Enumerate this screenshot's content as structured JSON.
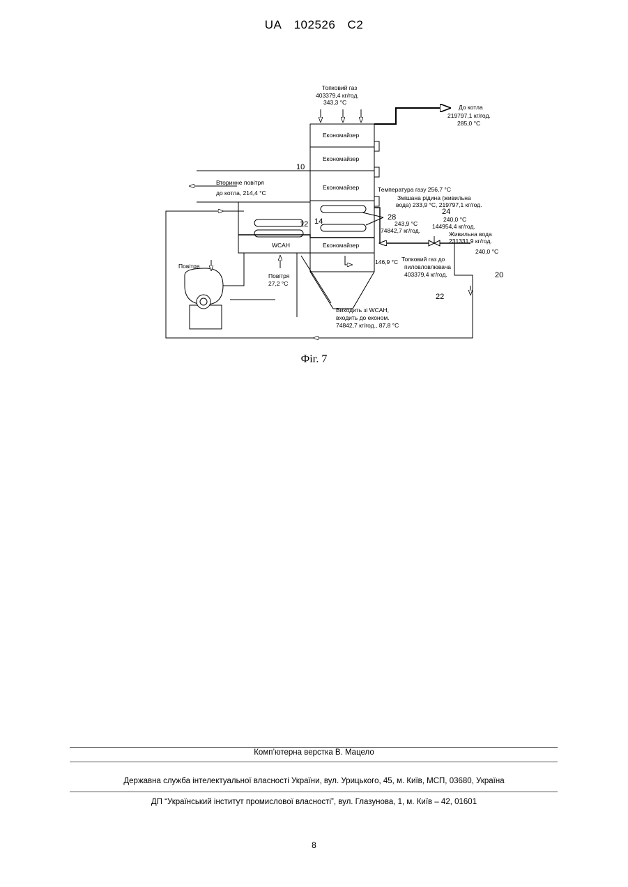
{
  "header": {
    "office": "UA",
    "number": "102526",
    "kind": "C2"
  },
  "figure": {
    "caption": "Фіг. 7",
    "labels": {
      "flue_in_1": "Топковий газ",
      "flue_in_2": "403379,4 кг/год.",
      "flue_in_3": "343,3 °С",
      "to_boiler_1": "До котла",
      "to_boiler_2": "219797,1 кг/год.",
      "to_boiler_3": "285,0 °С",
      "eco_1": "Економайзер",
      "eco_2": "Економайзер",
      "eco_3": "Економайзер",
      "eco_4": "Економайзер",
      "secondary_air_1": "Вторинне повітря",
      "secondary_air_2": "до котла, 214,4 °С",
      "gas_temp": "Температура газу 256,7 °С",
      "mixed_1": "Змішана рідина (живильна",
      "mixed_2": "вода) 233,9 °С, 219797,1 кг/год.",
      "t_243_1": "243,9 °С",
      "t_243_2": "74842,7 кг/год.",
      "fw_1": "240,0 °С",
      "fw_2": "144954,4 кг/год.",
      "fw_3": "Живильна вода",
      "fw_4": "231331,9 кг/год.",
      "fw_temp": "240,0 °С",
      "wcah": "WCAH",
      "air_1": "Повітря",
      "air_2": "Повітря",
      "air_3": "27,2 °С",
      "flue_out_t": "146,9 °С",
      "flue_out_1": "Топковий газ до",
      "flue_out_2": "пиловловлювача",
      "flue_out_3": "403379,4 кг/год.",
      "exit_1": "Виходить зі WCAH,",
      "exit_2": "входить до економ.",
      "exit_3": "74842,7 кг/год., 87,8 °С"
    },
    "refs": {
      "r10": "10",
      "r12": "12",
      "r14": "14",
      "r28": "28",
      "r24": "24",
      "r20": "20",
      "r22": "22"
    }
  },
  "footer": {
    "typeset": "Комп’ютерна верстка В. Мацело",
    "agency": "Державна служба інтелектуальної власності України, вул. Урицького, 45, м. Київ, МСП, 03680, Україна",
    "institute": "ДП “Український інститут промислової власності”, вул. Глазунова, 1, м. Київ – 42, 01601"
  },
  "page_number": "8"
}
